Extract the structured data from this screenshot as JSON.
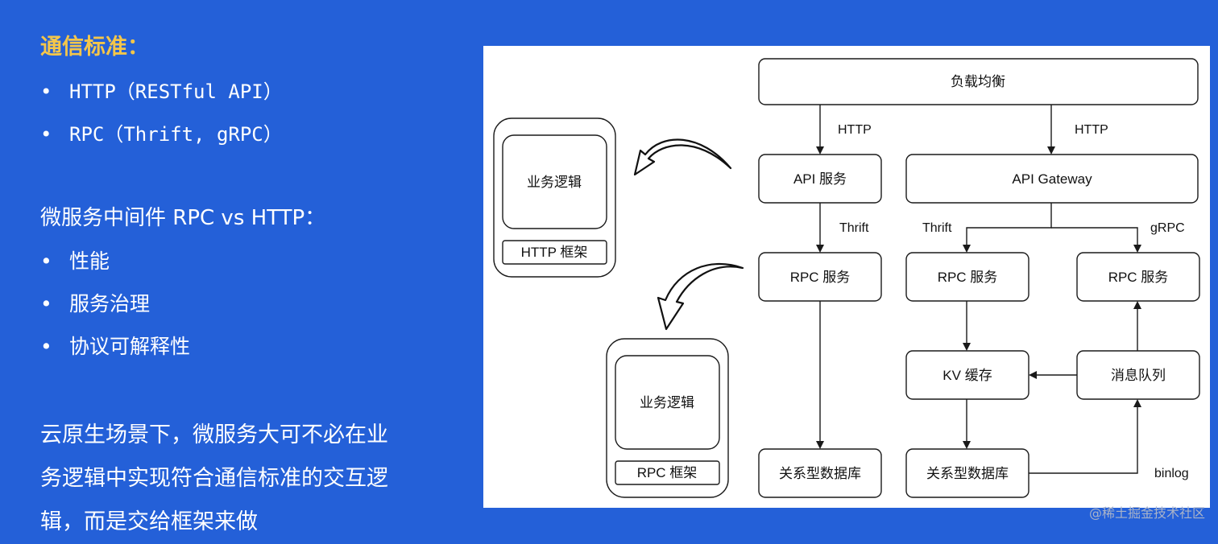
{
  "left": {
    "heading": "通信标准：",
    "standards": [
      "HTTP（RESTful API）",
      "RPC（Thrift, gRPC）"
    ],
    "middleware_title": "微服务中间件 RPC vs HTTP：",
    "middleware_points": [
      "性能",
      "服务治理",
      "协议可解释性"
    ],
    "paragraph_lines": [
      "云原生场景下，微服务大可不必在业",
      "务逻辑中实现符合通信标准的交互逻",
      "辑，而是交给框架来做"
    ]
  },
  "diagram": {
    "nodes": {
      "load_balancer": "负载均衡",
      "api_service": "API 服务",
      "api_gateway": "API Gateway",
      "rpc_service_1": "RPC 服务",
      "rpc_service_2": "RPC 服务",
      "rpc_service_3": "RPC 服务",
      "kv_cache": "KV 缓存",
      "message_queue": "消息队列",
      "db_1": "关系型数据库",
      "db_2": "关系型数据库"
    },
    "edge_labels": {
      "http_1": "HTTP",
      "http_2": "HTTP",
      "thrift_1": "Thrift",
      "thrift_2": "Thrift",
      "grpc": "gRPC",
      "binlog": "binlog"
    },
    "http_stack": {
      "logic": "业务逻辑",
      "framework": "HTTP 框架"
    },
    "rpc_stack": {
      "logic": "业务逻辑",
      "framework": "RPC 框架"
    }
  },
  "credit": "@稀土掘金技术社区"
}
